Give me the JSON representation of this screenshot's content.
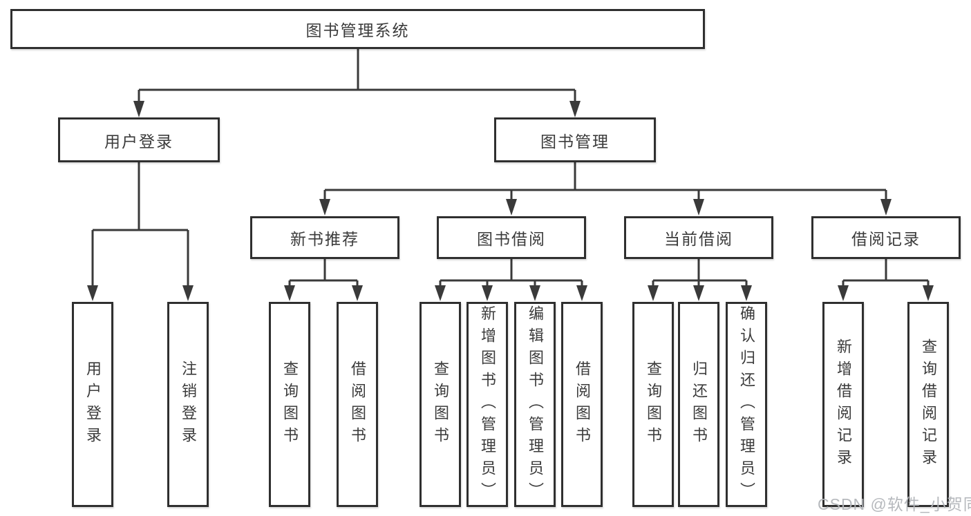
{
  "diagram": {
    "root": {
      "label": "图书管理系统"
    },
    "level2": [
      {
        "label": "用户登录"
      },
      {
        "label": "图书管理"
      }
    ],
    "level3": [
      {
        "label": "新书推荐"
      },
      {
        "label": "图书借阅"
      },
      {
        "label": "当前借阅"
      },
      {
        "label": "借阅记录"
      }
    ],
    "leaves": [
      {
        "label": "用户登录",
        "parent": "用户登录"
      },
      {
        "label": "注销登录",
        "parent": "用户登录"
      },
      {
        "label": "查询图书",
        "parent": "新书推荐"
      },
      {
        "label": "借阅图书",
        "parent": "新书推荐"
      },
      {
        "label": "查询图书",
        "parent": "图书借阅"
      },
      {
        "label": "新增图书（管理员）",
        "parent": "图书借阅"
      },
      {
        "label": "编辑图书（管理员）",
        "parent": "图书借阅"
      },
      {
        "label": "借阅图书",
        "parent": "图书借阅"
      },
      {
        "label": "查询图书",
        "parent": "当前借阅"
      },
      {
        "label": "归还图书",
        "parent": "当前借阅"
      },
      {
        "label": "确认归还（管理员）",
        "parent": "当前借阅"
      },
      {
        "label": "新增借阅记录",
        "parent": "借阅记录"
      },
      {
        "label": "查询借阅记录",
        "parent": "借阅记录"
      }
    ],
    "watermark": "CSDN @软件_小贺同学",
    "colors": {
      "line": "#3a3a3a",
      "box_border": "#2f2f2f",
      "text": "#3b3b3b",
      "watermark": "#b2b5b9",
      "background": "#ffffff"
    }
  }
}
